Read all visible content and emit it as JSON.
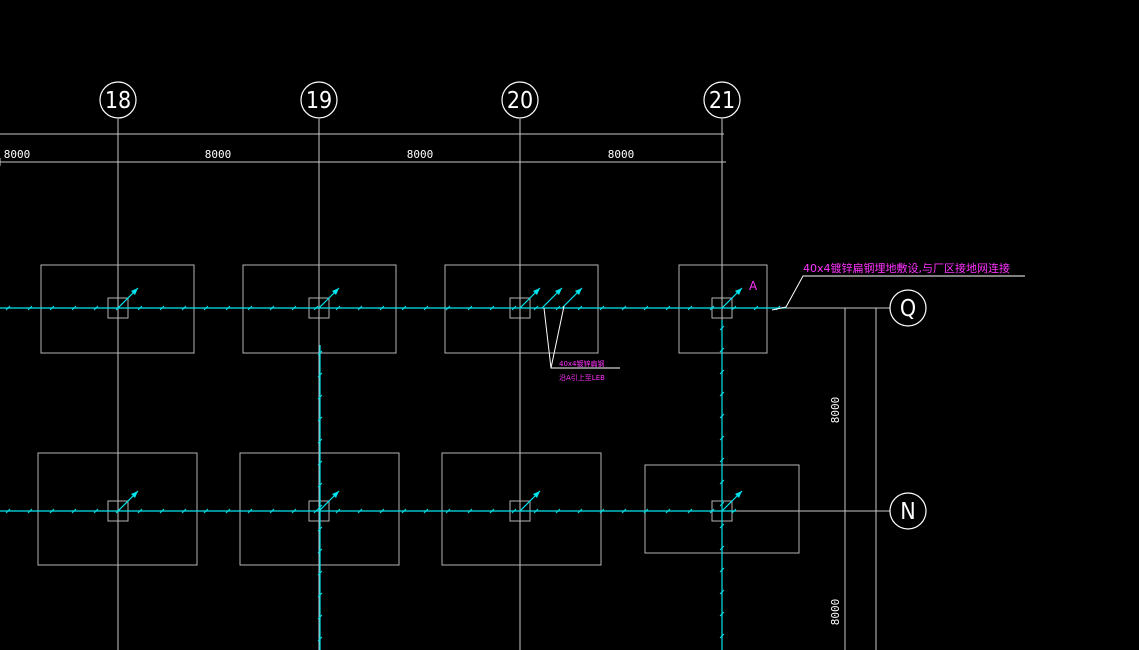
{
  "colors": {
    "background": "#000000",
    "grid_line": "#c8c8c8",
    "footing_outline": "#b4b4b4",
    "ground_conductor": "#00e5ee",
    "annotation": "#ff33ff",
    "bubble": "#ffffff"
  },
  "column_axes": [
    "18",
    "19",
    "20",
    "21"
  ],
  "row_axes": [
    "Q",
    "N"
  ],
  "dimensions": {
    "horizontal": [
      "8000",
      "8000",
      "8000",
      "8000"
    ],
    "vertical": [
      "8000",
      "8000"
    ]
  },
  "annotations": {
    "main_note": "40x4镀锌扁钢埋地敷设,与厂区接地网连接",
    "marker_a": "A",
    "small_note_line1": "40x4镀锌扁钢",
    "small_note_line2": "沿A引上至LEB"
  }
}
